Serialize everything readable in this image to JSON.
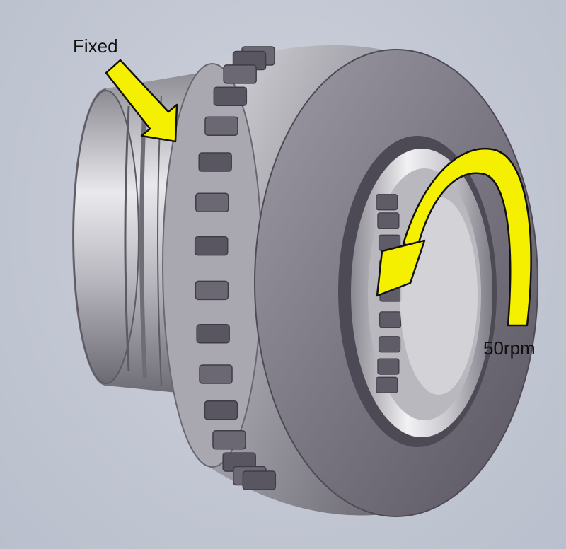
{
  "annotations": {
    "fixed_label": "Fixed",
    "speed_label": "50rpm"
  },
  "colors": {
    "background": "#c3c8d4",
    "metal_light": "#e6e6ea",
    "metal_mid": "#9a99a2",
    "metal_dark": "#5d5a64",
    "groove": "#4a4652",
    "arrow_fill": "#f4f000",
    "arrow_outline": "#111111"
  },
  "icons": {
    "fixed_arrow": "straight-arrow-down-right",
    "rotation_arrow": "curved-rotation-arrow"
  }
}
